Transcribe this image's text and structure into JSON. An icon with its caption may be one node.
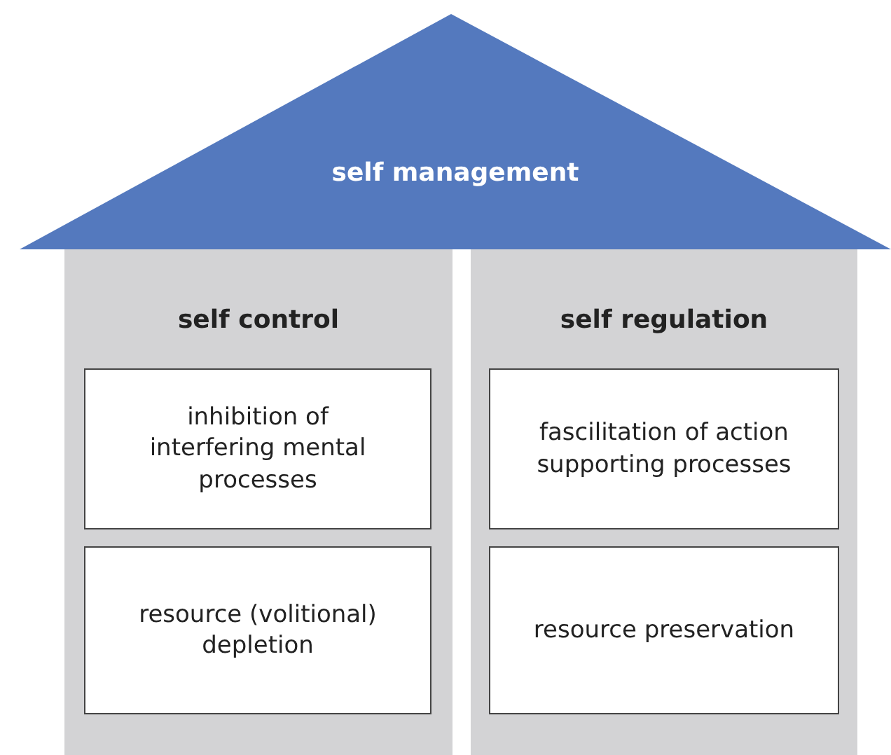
{
  "diagram": {
    "nodes": [
      {
        "text": [
          "self management"
        ]
      },
      {
        "text": [
          "self control"
        ]
      },
      {
        "text": [
          "inhibition of interfering mental processes"
        ],
        "in": 1
      },
      {
        "text": [
          "resource (volitional) depletion"
        ],
        "in": 1
      },
      {
        "text": [
          "self regulation"
        ]
      },
      {
        "text": [
          "fascilitation of action supporting processes"
        ],
        "in": 4
      },
      {
        "text": [
          "resource preservation"
        ],
        "in": 4
      }
    ]
  }
}
